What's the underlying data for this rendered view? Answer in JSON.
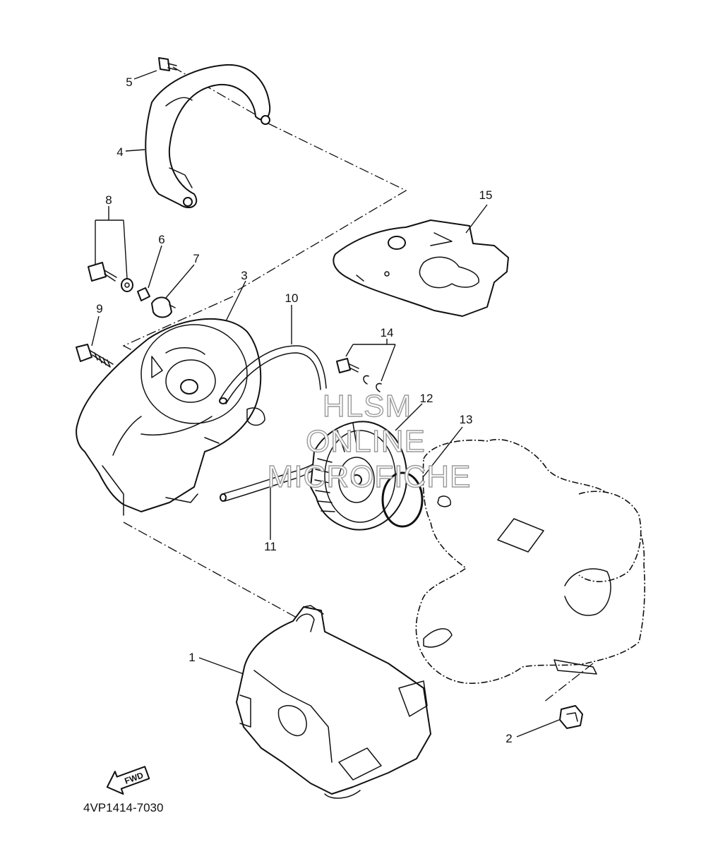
{
  "diagram": {
    "drawing_number": "4VP1414-7030",
    "direction_label": "FWD",
    "watermark": [
      "HLSM",
      "ONLINE",
      "MICROFICHE"
    ],
    "callouts": [
      "1",
      "2",
      "3",
      "4",
      "5",
      "6",
      "7",
      "8",
      "9",
      "10",
      "11",
      "12",
      "13",
      "14",
      "15"
    ]
  }
}
